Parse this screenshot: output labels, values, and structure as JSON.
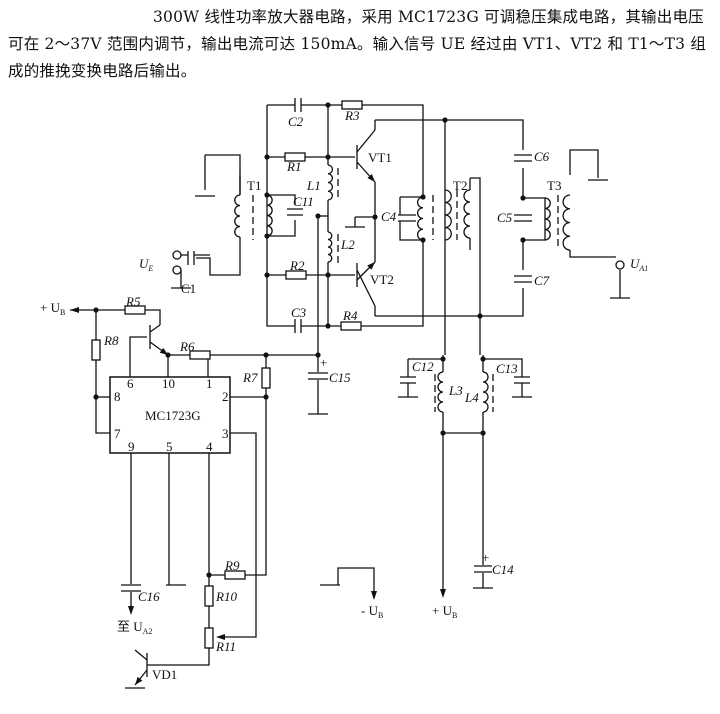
{
  "description_text": "300W 线性功率放大器电路，采用 MC1723G 可调稳压集成电路，其输出电压可在 2～37V 范围内调节，输出电流可达 150mA。输入信号 UE 经过由 VT1、VT2 和 T1～T3 组成的推挽变换电路后输出。",
  "diagram": {
    "ic_label": "MC1723G",
    "ic_pins": {
      "p6": "6",
      "p10": "10",
      "p1": "1",
      "p8": "8",
      "p7": "7",
      "p2": "2",
      "p3": "3",
      "p9": "9",
      "p5": "5",
      "p4": "4"
    },
    "components": {
      "C1": "C1",
      "C2": "C2",
      "C3": "C3",
      "C4": "C4",
      "C5": "C5",
      "C6": "C6",
      "C7": "C7",
      "C11": "C11",
      "C12": "C12",
      "C13": "C13",
      "C14": "C14",
      "C15": "C15",
      "C16": "C16",
      "R1": "R1",
      "R2": "R2",
      "R3": "R3",
      "R4": "R4",
      "R5": "R5",
      "R6": "R6",
      "R7": "R7",
      "R8": "R8",
      "R9": "R9",
      "R10": "R10",
      "R11": "R11",
      "L1": "L1",
      "L2": "L2",
      "L3": "L3",
      "L4": "L4",
      "T1": "T1",
      "T2": "T2",
      "T3": "T3",
      "VT1": "VT1",
      "VT2": "VT2",
      "VD1": "VD1"
    },
    "terminals": {
      "UE": "U",
      "UE_sub": "E",
      "UA1": "U",
      "UA1_sub": "A1",
      "UB_pos_left": "+ U",
      "UB_sub": "B",
      "UB_neg": "- U",
      "UB_pos_bottom": "+ U",
      "to_UA2_prefix": "至 ",
      "UA2": "U",
      "UA2_sub": "A2",
      "plus": "+"
    }
  }
}
